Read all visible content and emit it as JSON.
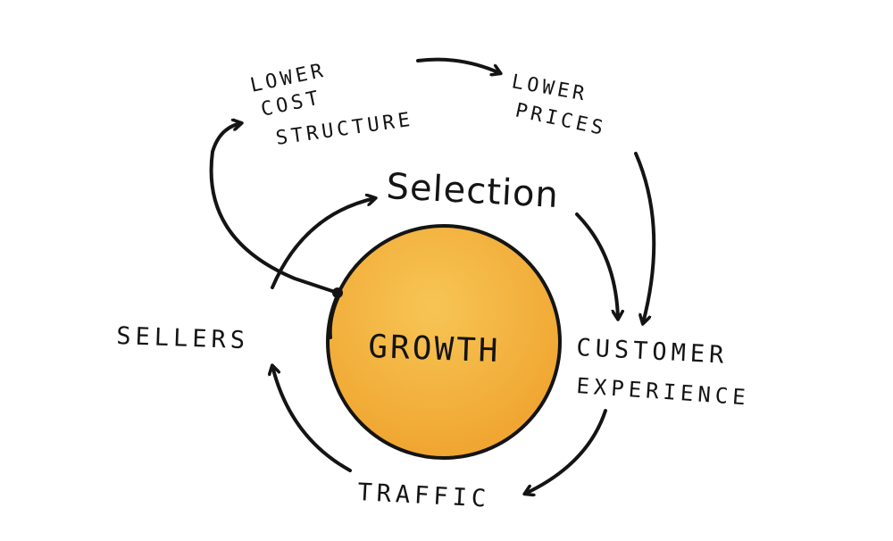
{
  "diagram": {
    "center": {
      "label": "GROWTH",
      "fill": "#F0A530",
      "fill_highlight": "#F7C555",
      "stroke": "#141414"
    },
    "nodes": {
      "lower_cost_structure": [
        "LOWER",
        "COST",
        "STRUCTURE"
      ],
      "lower_prices": [
        "LOWER",
        "PRICES"
      ],
      "selection": "Selection",
      "customer_experience": [
        "CUSTOMER",
        "EXPERIENCE"
      ],
      "traffic": "TRAFFIC",
      "sellers": "SELLERS"
    },
    "ink_color": "#141414"
  }
}
